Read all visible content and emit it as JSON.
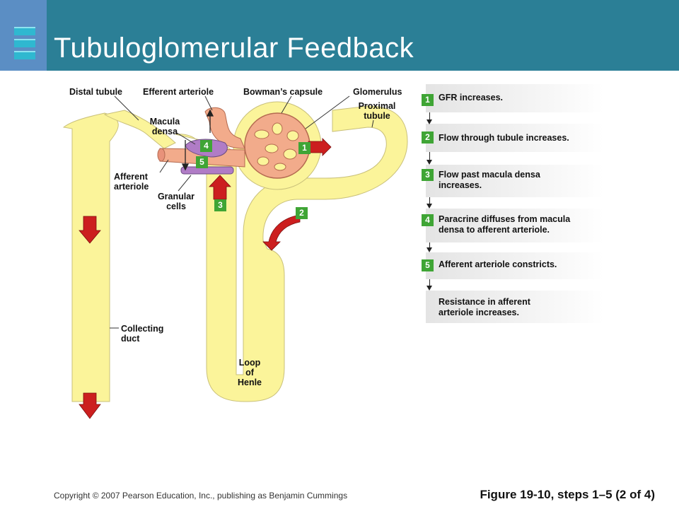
{
  "title": "Tubuloglomerular Feedback",
  "labels": {
    "distal_tubule": "Distal tubule",
    "efferent_arteriole": "Efferent arteriole",
    "bowmans_capsule": "Bowman’s capsule",
    "glomerulus": "Glomerulus",
    "proximal_tubule_1": "Proximal",
    "proximal_tubule_2": "tubule",
    "macula_densa_1": "Macula",
    "macula_densa_2": "densa",
    "afferent_arteriole_1": "Afferent",
    "afferent_arteriole_2": "arteriole",
    "granular_cells_1": "Granular",
    "granular_cells_2": "cells",
    "collecting_duct_1": "Collecting",
    "collecting_duct_2": "duct",
    "loop_1": "Loop",
    "loop_2": "of",
    "loop_3": "Henle"
  },
  "diagram_badges": [
    "1",
    "2",
    "3",
    "4",
    "5"
  ],
  "steps": [
    {
      "num": "1",
      "text": "GFR increases."
    },
    {
      "num": "2",
      "text": "Flow through tubule increases."
    },
    {
      "num": "3",
      "text_1": "Flow past macula densa",
      "text_2": "increases."
    },
    {
      "num": "4",
      "text_1": "Paracrine diffuses  from macula",
      "text_2": "densa to afferent arteriole."
    },
    {
      "num": "5",
      "text": "Afferent arteriole constricts."
    },
    {
      "text_1": "Resistance in afferent",
      "text_2": "arteriole increases."
    }
  ],
  "footer": {
    "copyright": "Copyright © 2007 Pearson Education, Inc., publishing as Benjamin Cummings",
    "figure": "Figure 19-10, steps 1–5 (2 of 4)"
  },
  "colors": {
    "header": "#2b7f96",
    "tubule": "#fbf49a",
    "glomerulus": "#f2ab8b",
    "badge": "#3fa535",
    "arrow": "#cc1f1f",
    "macula_densa": "#b07cc6"
  }
}
